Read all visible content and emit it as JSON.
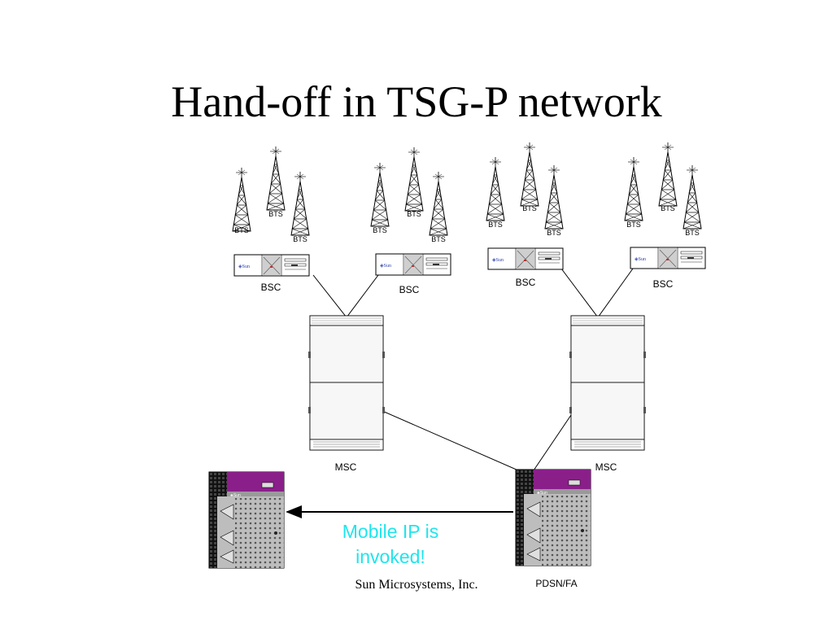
{
  "title": "Hand-off in TSG-P network",
  "labels": {
    "bts": "BTS",
    "bsc": "BSC",
    "msc": "MSC",
    "pdsn": "PDSN/FA"
  },
  "callout": {
    "line1": "Mobile IP is",
    "line2": "invoked!"
  },
  "footer": "Sun Microsystems, Inc.",
  "colors": {
    "callout": "#1fe5ec",
    "server_top": "#8a1f8a",
    "line": "#000000"
  },
  "icons": {
    "tower": "radio-tower-icon",
    "bsc": "bsc-unit-icon",
    "msc": "msc-cabinet-icon",
    "server": "server-icon"
  }
}
